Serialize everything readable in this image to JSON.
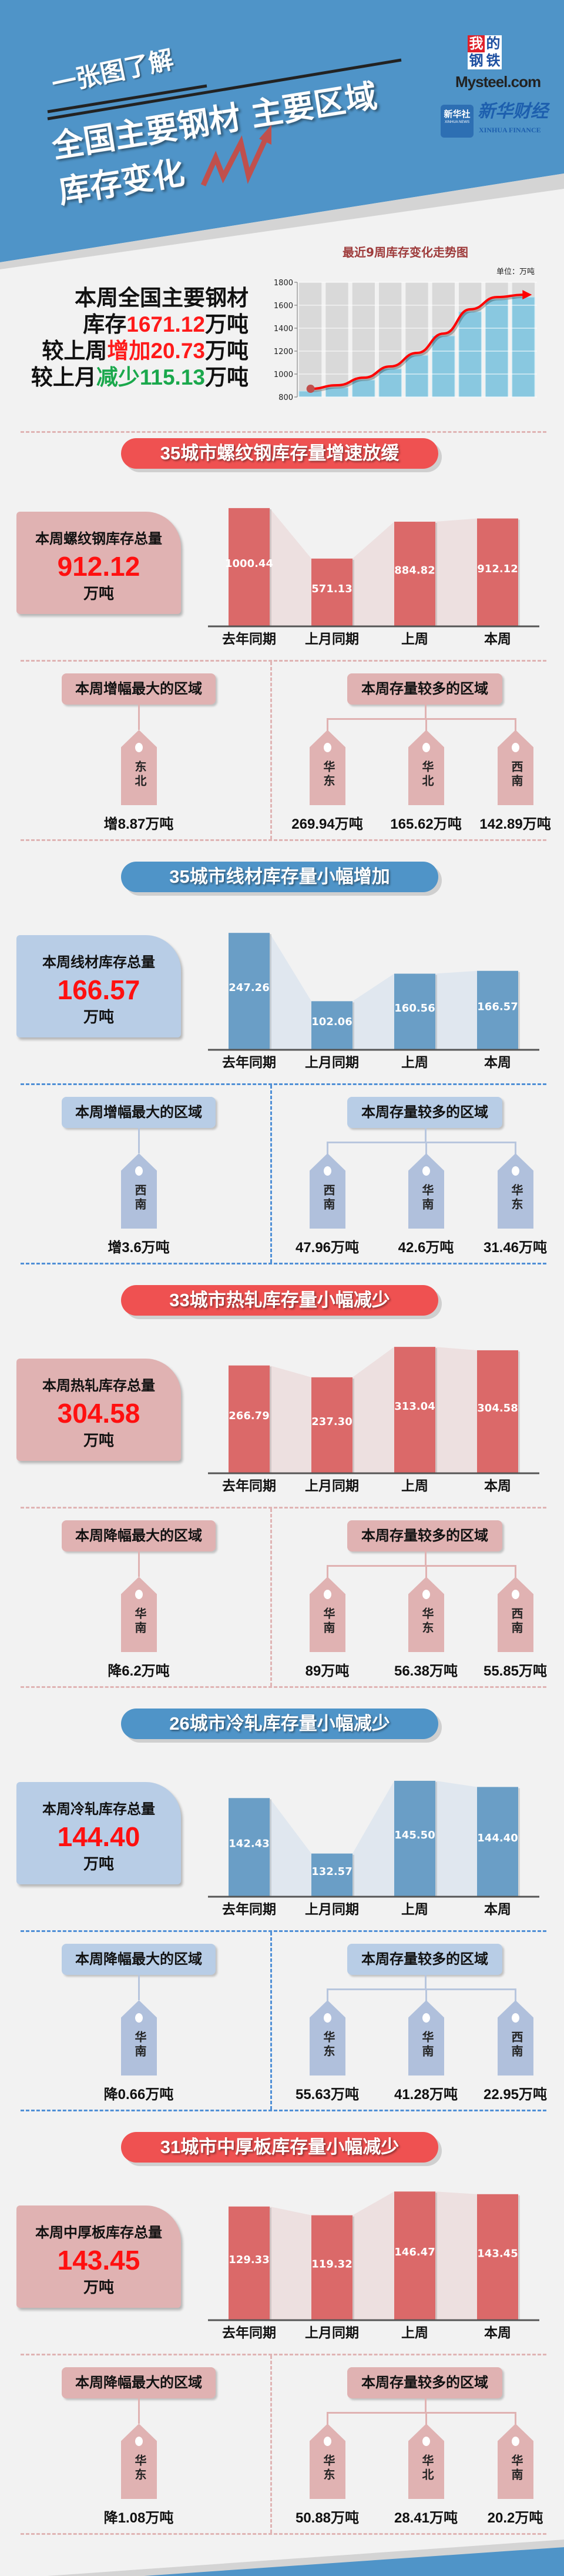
{
  "header": {
    "kicker": "一张图了解",
    "title_line1": "全国主要钢材 主要区域",
    "title_line2": "库存变化"
  },
  "logos": {
    "mysteel_cn": [
      "我",
      "的",
      "钢",
      "铁"
    ],
    "mysteel_en": "Mysteel.com",
    "xinhua_news_cn": "新华社",
    "xinhua_news_en": "XINHUA NEWS",
    "xinhua_finance_cn": "新华财经",
    "xinhua_finance_en": "XINHUA FINANCE"
  },
  "summary": {
    "line1": "本周全国主要钢材",
    "line2_prefix": "库存",
    "line2_value": "1671.12",
    "line2_suffix": "万吨",
    "line3_prefix": "较上周",
    "line3_value": "增加20.73",
    "line3_suffix": "万吨",
    "line4_prefix": "较上月",
    "line4_value": "减少115.13",
    "line4_suffix": "万吨"
  },
  "colors": {
    "header_blue": "#4f94c8",
    "red_pill": "#ef5151",
    "red_bar": "#db6969",
    "red_soft": "#e0b2b2",
    "red_ribbon": "#ede0e0",
    "blue_pill": "#4f94c8",
    "blue_bar": "#6a9ec6",
    "blue_soft": "#b8cde6",
    "blue_tag": "#b0c0dc",
    "blue_ribbon": "#e0e7ef",
    "trend_bar": "#89c8e0",
    "trend_bg": "#d9d9d9",
    "trend_curve": "#ff0000",
    "up": "#ff1a1a",
    "down": "#1aa84c"
  },
  "chart_data": [
    {
      "type": "bar",
      "title": "最近9周库存变化走势图",
      "unit": "单位：万吨",
      "values": [
        851,
        882,
        948,
        1046,
        1164,
        1333,
        1544,
        1650.39,
        1671.12
      ],
      "ylim": [
        800,
        1800
      ],
      "yticks": [
        "800",
        "1000",
        "1200",
        "1400",
        "1600",
        "1800"
      ],
      "grid": true
    },
    {
      "type": "bar",
      "categories": [
        "去年同期",
        "上月同期",
        "上周",
        "本周"
      ],
      "values": [
        1000.44,
        571.13,
        884.82,
        912.12
      ],
      "labels": [
        "1000.44",
        "571.13",
        "884.82",
        "912.12"
      ],
      "ylim": [
        0,
        1100
      ]
    },
    {
      "type": "bar",
      "categories": [
        "去年同期",
        "上月同期",
        "上周",
        "本周"
      ],
      "values": [
        247.26,
        102.06,
        160.56,
        166.57
      ],
      "labels": [
        "247.26",
        "102.06",
        "160.56",
        "166.57"
      ],
      "ylim": [
        0,
        275
      ]
    },
    {
      "type": "bar",
      "categories": [
        "去年同期",
        "上月同期",
        "上周",
        "本周"
      ],
      "values": [
        266.79,
        237.3,
        313.04,
        304.58
      ],
      "labels": [
        "266.79",
        "237.30",
        "313.04",
        "304.58"
      ],
      "ylim": [
        0,
        322
      ]
    },
    {
      "type": "bar",
      "categories": [
        "去年同期",
        "上月同期",
        "上周",
        "本周"
      ],
      "values": [
        142.43,
        132.57,
        145.5,
        144.4
      ],
      "labels": [
        "142.43",
        "132.57",
        "145.50",
        "144.40"
      ],
      "ylim": [
        125,
        148
      ]
    },
    {
      "type": "bar",
      "categories": [
        "去年同期",
        "上月同期",
        "上周",
        "本周"
      ],
      "values": [
        129.33,
        119.32,
        146.47,
        143.45
      ],
      "labels": [
        "129.33",
        "119.32",
        "146.47",
        "143.45"
      ],
      "ylim": [
        0,
        148
      ]
    }
  ],
  "sections": [
    {
      "theme": "red",
      "title": "35城市螺纹钢库存量增速放缓",
      "total_label": "本周螺纹钢库存总量",
      "total_value": "912.12",
      "unit": "万吨",
      "change_title": "本周增幅最大的区域",
      "change_region": "东北",
      "change_value": "增8.87万吨",
      "top_title": "本周存量较多的区域",
      "top_regions": [
        {
          "region": "华东",
          "value": "269.94万吨"
        },
        {
          "region": "华北",
          "value": "165.62万吨"
        },
        {
          "region": "西南",
          "value": "142.89万吨"
        }
      ]
    },
    {
      "theme": "blue",
      "title": "35城市线材库存量小幅增加",
      "total_label": "本周线材库存总量",
      "total_value": "166.57",
      "unit": "万吨",
      "change_title": "本周增幅最大的区域",
      "change_region": "西南",
      "change_value": "增3.6万吨",
      "top_title": "本周存量较多的区域",
      "top_regions": [
        {
          "region": "西南",
          "value": "47.96万吨"
        },
        {
          "region": "华南",
          "value": "42.6万吨"
        },
        {
          "region": "华东",
          "value": "31.46万吨"
        }
      ]
    },
    {
      "theme": "red",
      "title": "33城市热轧库存量小幅减少",
      "total_label": "本周热轧库存总量",
      "total_value": "304.58",
      "unit": "万吨",
      "change_title": "本周降幅最大的区域",
      "change_region": "华南",
      "change_value": "降6.2万吨",
      "top_title": "本周存量较多的区域",
      "top_regions": [
        {
          "region": "华南",
          "value": "89万吨"
        },
        {
          "region": "华东",
          "value": "56.38万吨"
        },
        {
          "region": "西南",
          "value": "55.85万吨"
        }
      ]
    },
    {
      "theme": "blue",
      "title": "26城市冷轧库存量小幅减少",
      "total_label": "本周冷轧库存总量",
      "total_value": "144.40",
      "unit": "万吨",
      "change_title": "本周降幅最大的区域",
      "change_region": "华南",
      "change_value": "降0.66万吨",
      "top_title": "本周存量较多的区域",
      "top_regions": [
        {
          "region": "华东",
          "value": "55.63万吨"
        },
        {
          "region": "华南",
          "value": "41.28万吨"
        },
        {
          "region": "西南",
          "value": "22.95万吨"
        }
      ]
    },
    {
      "theme": "red",
      "title": "31城市中厚板库存量小幅减少",
      "total_label": "本周中厚板库存总量",
      "total_value": "143.45",
      "unit": "万吨",
      "change_title": "本周降幅最大的区域",
      "change_region": "华东",
      "change_value": "降1.08万吨",
      "top_title": "本周存量较多的区域",
      "top_regions": [
        {
          "region": "华东",
          "value": "50.88万吨"
        },
        {
          "region": "华北",
          "value": "28.41万吨"
        },
        {
          "region": "华南",
          "value": "20.2万吨"
        }
      ]
    }
  ]
}
